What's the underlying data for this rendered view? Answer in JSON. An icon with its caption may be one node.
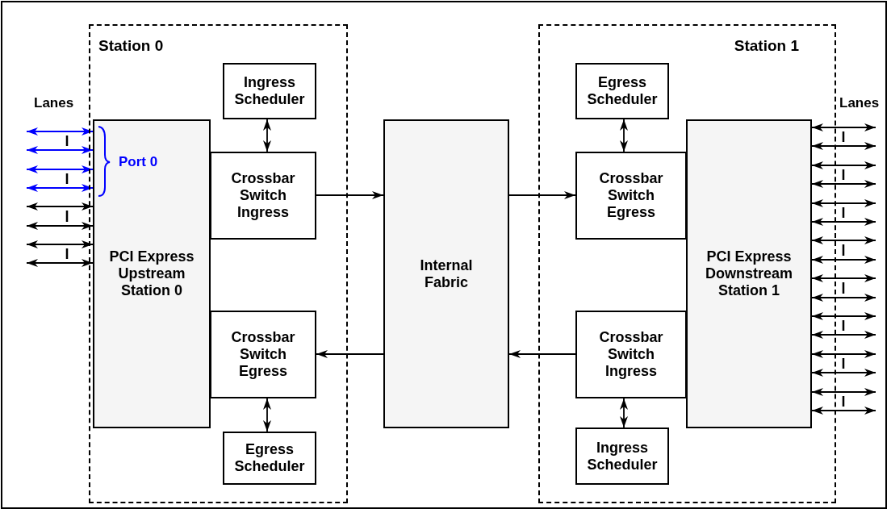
{
  "diagram": {
    "nodes": [
      {
        "text": [
          "Station 0"
        ]
      },
      {
        "text": [
          "Ingress Scheduler"
        ],
        "in": 0
      },
      {
        "text": [
          "PCI Express Upstream Station 0"
        ],
        "in": 0
      },
      {
        "text": [
          "Crossbar Switch Ingress"
        ],
        "in": 0
      },
      {
        "text": [
          "Crossbar Switch Egress"
        ],
        "in": 0
      },
      {
        "text": [
          "Egress Scheduler"
        ],
        "in": 0
      },
      {
        "text": [
          "Internal Fabric"
        ]
      },
      {
        "text": [
          "Station 1"
        ]
      },
      {
        "text": [
          "Egress Scheduler"
        ],
        "in": 7
      },
      {
        "text": [
          "Crossbar Switch Egress"
        ],
        "in": 7
      },
      {
        "text": [
          "PCI Express Downstream Station 1"
        ],
        "in": 7
      },
      {
        "text": [
          "Crossbar Switch Ingress"
        ],
        "in": 7
      },
      {
        "text": [
          "Ingress Scheduler"
        ],
        "in": 7
      }
    ],
    "edges": [
      {
        "from": 1,
        "to": 3,
        "arrow": "both"
      },
      {
        "from": 3,
        "to": 6,
        "arrow": "to"
      },
      {
        "from": 6,
        "to": 4,
        "arrow": "to"
      },
      {
        "from": 4,
        "to": 5,
        "arrow": "both"
      },
      {
        "from": 6,
        "to": 9,
        "arrow": "to"
      },
      {
        "from": 8,
        "to": 9,
        "arrow": "both"
      },
      {
        "from": 11,
        "to": 6,
        "arrow": "to"
      },
      {
        "from": 11,
        "to": 12,
        "arrow": "both"
      },
      {
        "from": null,
        "to": 2,
        "arrow": "both",
        "color": "#0000ff"
      },
      {
        "from": null,
        "to": 2,
        "arrow": "both",
        "color": "#0000ff"
      },
      {
        "from": null,
        "to": 2,
        "arrow": "both",
        "color": "#0000ff"
      },
      {
        "from": null,
        "to": 2,
        "arrow": "both",
        "color": "#0000ff"
      },
      {
        "from": null,
        "to": 2,
        "arrow": "both"
      },
      {
        "from": null,
        "to": 2,
        "arrow": "both"
      },
      {
        "from": null,
        "to": 2,
        "arrow": "both"
      },
      {
        "from": null,
        "to": 2,
        "arrow": "both"
      },
      {
        "from": null,
        "to": 10,
        "arrow": "both"
      },
      {
        "from": null,
        "to": 10,
        "arrow": "both"
      },
      {
        "from": null,
        "to": 10,
        "arrow": "both"
      },
      {
        "from": null,
        "to": 10,
        "arrow": "both"
      },
      {
        "from": null,
        "to": 10,
        "arrow": "both"
      },
      {
        "from": null,
        "to": 10,
        "arrow": "both"
      },
      {
        "from": null,
        "to": 10,
        "arrow": "both"
      },
      {
        "from": null,
        "to": 10,
        "arrow": "both"
      },
      {
        "from": null,
        "to": 10,
        "arrow": "both"
      },
      {
        "from": null,
        "to": 10,
        "arrow": "both"
      },
      {
        "from": null,
        "to": 10,
        "arrow": "both"
      },
      {
        "from": null,
        "to": 10,
        "arrow": "both"
      },
      {
        "from": null,
        "to": 10,
        "arrow": "both"
      },
      {
        "from": null,
        "to": 10,
        "arrow": "both"
      },
      {
        "from": null,
        "to": 10,
        "arrow": "both"
      },
      {
        "from": null,
        "to": 10,
        "arrow": "both"
      }
    ],
    "labels": [
      "Lanes",
      "Port 0",
      "Lanes"
    ]
  }
}
